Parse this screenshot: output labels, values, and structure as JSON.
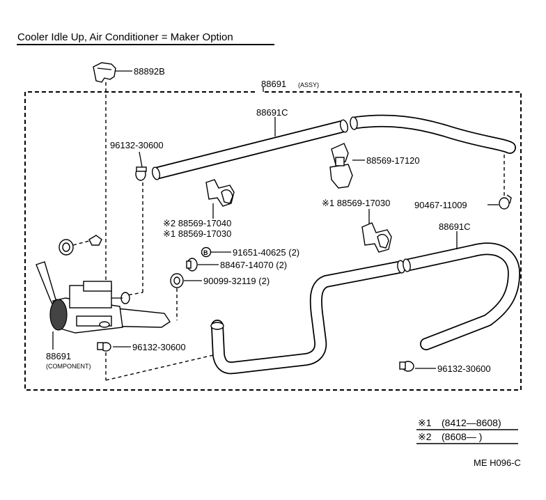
{
  "title": "Cooler Idle Up, Air Conditioner = Maker Option",
  "labels": {
    "bracket_cover": "88892B",
    "assy": "88691",
    "assy_suffix": "(ASSY)",
    "hose_upper": "88691C",
    "hose_lower": "88691C",
    "clamp_a": "96132-30600",
    "clamp_b": "96132-30600",
    "clamp_c": "96132-30600",
    "clip_upper": "88569-17120",
    "clip_right_marked": "※1 88569-17030",
    "clip_mid_1": "※2 88569-17040",
    "clip_mid_2": "※1 88569-17030",
    "clamp_right": "90467-11009",
    "bolt": "91651-40625 (2)",
    "grommet": "88467-14070 (2)",
    "cushion": "90099-32119 (2)",
    "component_num": "88691",
    "component_suffix": "(COMPONENT)",
    "bolt_marker": "B"
  },
  "notes": [
    {
      "mark": "※1",
      "range": "(8412—8608)"
    },
    {
      "mark": "※2",
      "range": "(8608—        )"
    }
  ],
  "code": "ME  H096-C"
}
